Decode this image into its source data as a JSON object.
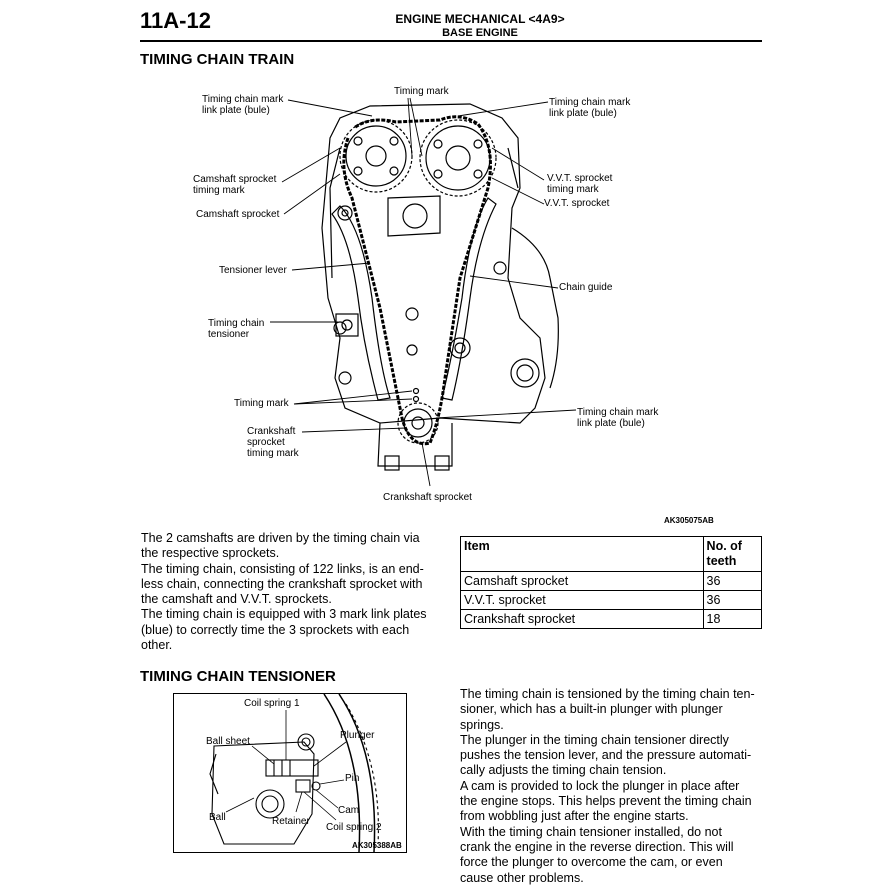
{
  "header": {
    "page_number": "11A-12",
    "section": "ENGINE MECHANICAL <4A9>",
    "subsection": "BASE ENGINE"
  },
  "timing_chain_train": {
    "title": "TIMING CHAIN TRAIN",
    "figure": {
      "code": "AK305075AB",
      "labels": {
        "timing_mark_top": "Timing mark",
        "link_plate_left_1": "Timing chain mark",
        "link_plate_left_2": "link plate (bule)",
        "link_plate_right_1": "Timing chain mark",
        "link_plate_right_2": "link plate (bule)",
        "cam_timing_1": "Camshaft sprocket",
        "cam_timing_2": "timing mark",
        "cam_sprocket": "Camshaft sprocket",
        "vvt_timing_1": "V.V.T. sprocket",
        "vvt_timing_2": "timing mark",
        "vvt_sprocket": "V.V.T. sprocket",
        "tensioner_lever": "Tensioner lever",
        "chain_guide": "Chain guide",
        "tensioner_1": "Timing chain",
        "tensioner_2": "tensioner",
        "timing_mark_lower": "Timing mark",
        "crank_link_1": "Timing chain mark",
        "crank_link_2": "link plate (bule)",
        "crank_timing_1": "Crankshaft",
        "crank_timing_2": "sprocket",
        "crank_timing_3": "timing mark",
        "crank_sprocket": "Crankshaft sprocket"
      }
    },
    "paragraphs": [
      "The 2 camshafts are driven by the timing chain via the respective sprockets.",
      "The timing chain, consisting of 122 links, is an endless chain, connecting the crankshaft sprocket with the camshaft and V.V.T. sprockets.",
      "The timing chain is equipped with 3 mark link plates (blue) to correctly time the 3 sprockets with each other."
    ],
    "paragraph_lines": [
      "The 2 camshafts are driven by the timing chain via",
      "the respective sprockets.",
      "The timing chain, consisting of 122 links, is an end-",
      "less chain, connecting the crankshaft sprocket with",
      "the camshaft and V.V.T. sprockets.",
      "The timing chain is equipped with 3 mark link plates",
      "(blue) to correctly time the 3 sprockets with each",
      "other."
    ],
    "table": {
      "headers": [
        "Item",
        "No. of teeth"
      ],
      "rows": [
        [
          "Camshaft sprocket",
          "36"
        ],
        [
          "V.V.T. sprocket",
          "36"
        ],
        [
          "Crankshaft sprocket",
          "18"
        ]
      ]
    }
  },
  "timing_chain_tensioner": {
    "title": "TIMING CHAIN TENSIONER",
    "figure": {
      "code": "AK305388AB",
      "labels": {
        "coil_spring_1": "Coil spring 1",
        "ball_sheet": "Ball sheet",
        "plunger": "Plunger",
        "pin": "Pin",
        "cam": "Cam",
        "ball": "Ball",
        "retainer": "Retainer",
        "coil_spring_2": "Coil spring 2"
      }
    },
    "paragraph_lines": [
      "The timing chain is tensioned by the timing chain ten-",
      "sioner, which has a built-in plunger with plunger",
      "springs.",
      "The plunger in the timing chain tensioner directly",
      "pushes the tension lever, and the pressure automati-",
      "cally adjusts the timing chain tension.",
      "A cam is provided to lock the plunger in place after",
      "the engine stops. This helps prevent the timing chain",
      "from wobbling just after the engine starts.",
      "With the timing chain tensioner installed, do not",
      "crank the engine in the reverse direction. This will",
      "force the plunger to overcome the cam, or even",
      "cause other problems."
    ]
  }
}
